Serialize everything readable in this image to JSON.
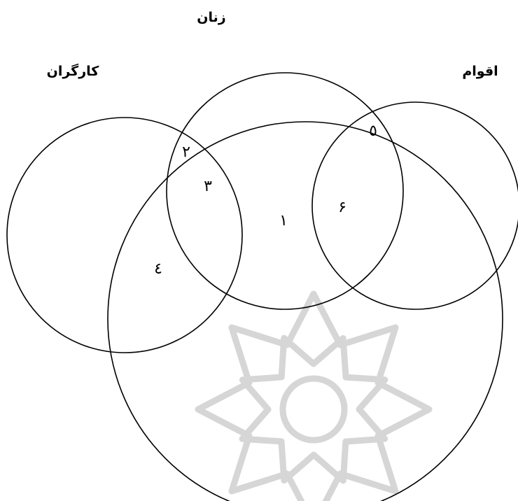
{
  "labels": {
    "women": "زنان",
    "workers": "کارگران",
    "ethnicities": "اقوام"
  },
  "regions": {
    "r1": "۱",
    "r2": "۲",
    "r3": "۳",
    "r4": "٤",
    "r5": "٥",
    "r6": "۶"
  },
  "colors": {
    "stroke": "#000000",
    "watermark": "#d6d6d6",
    "background": "#ffffff"
  }
}
